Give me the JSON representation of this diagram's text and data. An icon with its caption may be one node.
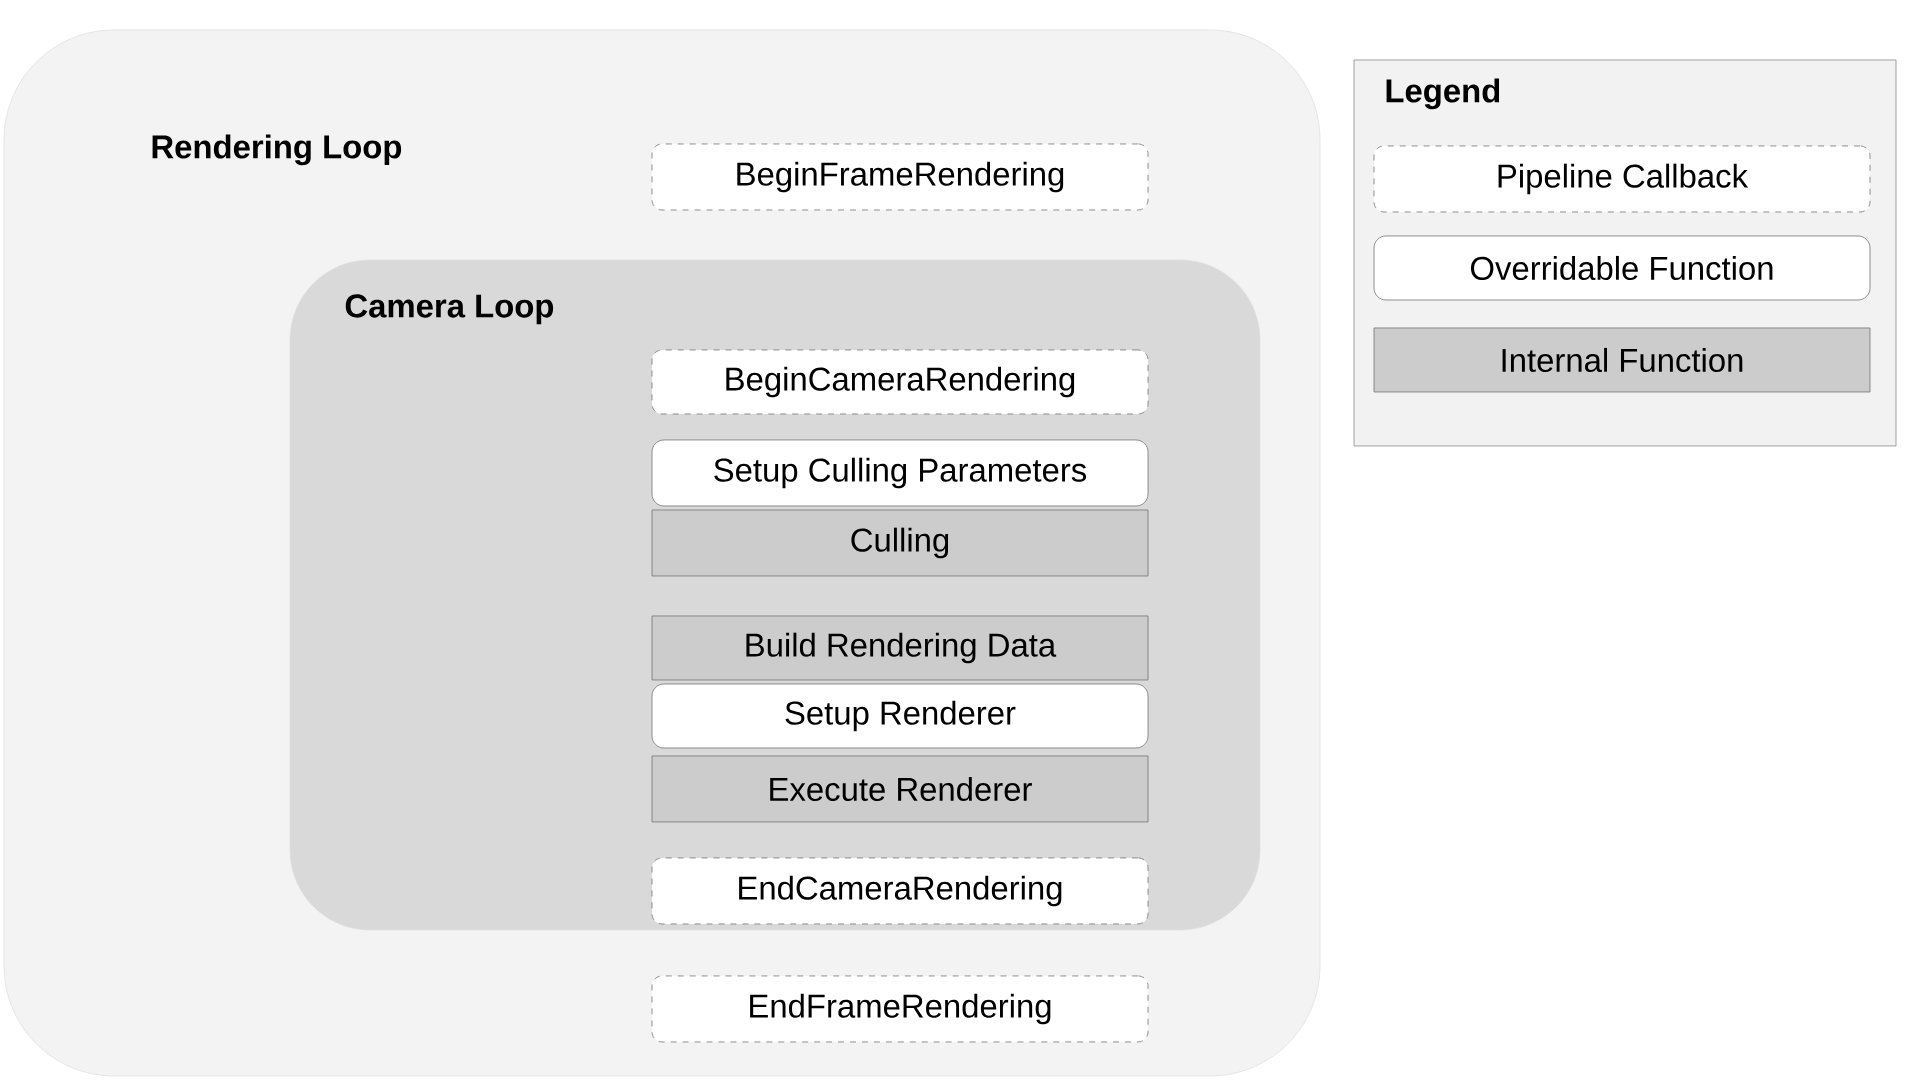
{
  "diagram": {
    "nodes": [
      {
        "text": [
          "Rendering Loop"
        ]
      },
      {
        "text": [
          "BeginFrameRendering"
        ],
        "in": 0
      },
      {
        "text": [
          "Camera Loop"
        ],
        "in": 0
      },
      {
        "text": [
          "BeginCameraRendering"
        ],
        "in": 2
      },
      {
        "text": [
          "Setup Culling Parameters"
        ],
        "in": 2
      },
      {
        "text": [
          "Culling"
        ],
        "in": 2
      },
      {
        "text": [
          "Build Rendering Data"
        ],
        "in": 2
      },
      {
        "text": [
          "Setup Renderer"
        ],
        "in": 2
      },
      {
        "text": [
          "Execute Renderer"
        ],
        "in": 2
      },
      {
        "text": [
          "EndCameraRendering"
        ],
        "in": 2
      },
      {
        "text": [
          "EndFrameRendering"
        ],
        "in": 0
      },
      {
        "text": [
          "Legend"
        ]
      }
    ],
    "legend": [
      {
        "text": "Pipeline Callback"
      },
      {
        "text": "Overridable Function"
      },
      {
        "text": "Internal Function",
        "color": "#cccccc"
      }
    ]
  }
}
